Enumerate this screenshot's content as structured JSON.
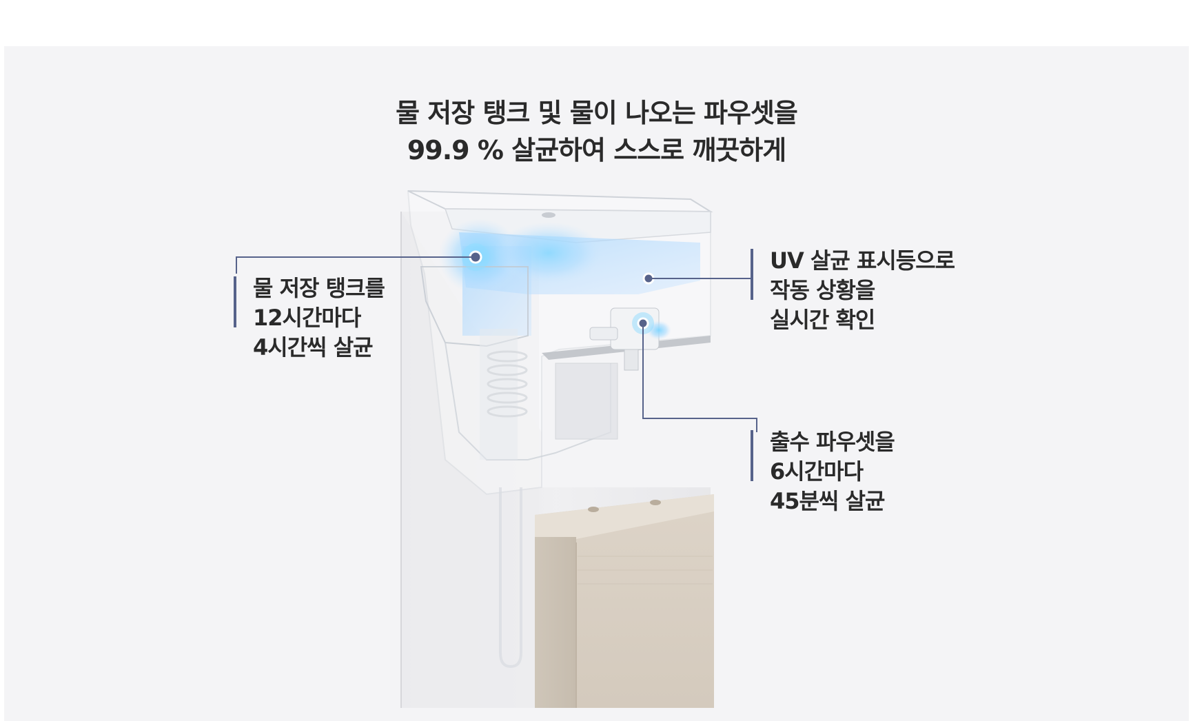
{
  "headline": {
    "line1": "물 저장 탱크 및 물이 나오는 파우셋을",
    "line2": "99.9 % 살균하여 스스로 깨끗하게"
  },
  "callouts": {
    "tank": {
      "line1": "물 저장 탱크를",
      "line2": "12시간마다",
      "line3": "4시간씩 살균"
    },
    "indicator": {
      "line1": "UV 살균 표시등으로",
      "line2": "작동 상황을",
      "line3": "실시간 확인"
    },
    "faucet": {
      "line1": "출수 파우셋을",
      "line2": "6시간마다",
      "line3": "45분씩 살균"
    }
  },
  "colors": {
    "panel_bg": "#f4f4f6",
    "accent_line": "#56628a",
    "uv_glow": "#6fc8ff",
    "cabinet_beige": "#d8cfc3"
  }
}
